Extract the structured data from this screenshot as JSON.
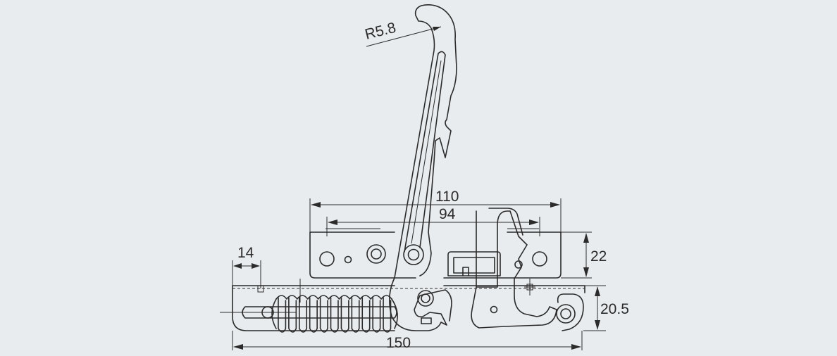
{
  "dimensions": {
    "radius": "R5.8",
    "overall_plate_width": "110",
    "hole_spacing": "94",
    "plate_height": "22",
    "lower_offset": "14",
    "lower_height": "20.5",
    "overall_length": "150"
  },
  "colors": {
    "background": "#e8ecef",
    "line": "#2b2b2b"
  }
}
